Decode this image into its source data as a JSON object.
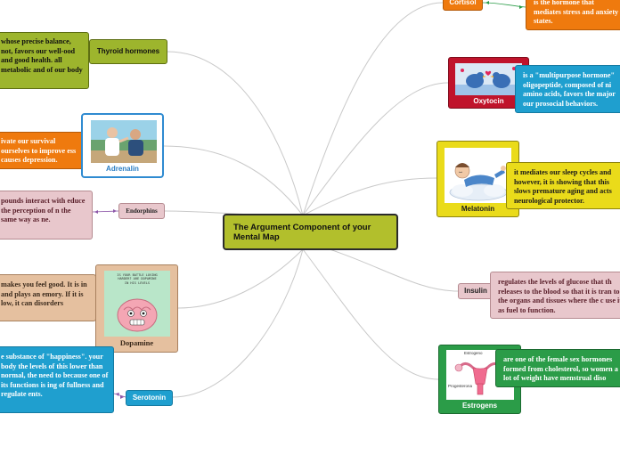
{
  "central": {
    "title": "The Argument Component of your Mental Map"
  },
  "topics": {
    "thyroid": {
      "label": "Thyroid hormones",
      "text": "whose precise balance, not, favors our well-ood and good health. all metabolic and of our body"
    },
    "adrenalin": {
      "label": "Adrenalin",
      "text": "ivate our survival ourselves to improve ess causes depression."
    },
    "endorphins": {
      "label": "Endorphins",
      "text": "pounds interact with educe the perception of n the same way as ne."
    },
    "dopamine": {
      "label": "Dopamine",
      "text": "makes you feel good. It is in and plays an emory. If it is low, it can disorders",
      "image_caption": "IS YOUR BATTLE LOVING HARDER? ARE DOPAMINE IN HIS LEVELS"
    },
    "serotonin": {
      "label": "Serotonin",
      "text": "e substance of \"happiness\". your body the levels of this lower than normal, the need to because one of its functions is ing of fullness and regulate ents."
    },
    "cortisol": {
      "label": "Cortisol",
      "text": "is the hormone that mediates stress and anxiety states."
    },
    "oxytocin": {
      "label": "Oxytocin",
      "text": "is a \"multipurpose hormone\" oligopeptide, composed of ni amino acids, favors the major our prosocial behaviors."
    },
    "melatonin": {
      "label": "Melatonin",
      "text": "it mediates our sleep cycles and however, it is showing that this slows premature aging and acts neurological protector."
    },
    "insulin": {
      "label": "Insulin",
      "text": "regulates the levels of glucose that th releases to the blood so that it is tran to the organs and tissues where the c use it as fuel to function."
    },
    "estrogens": {
      "label": "Estrogens",
      "text": "are one of the female sex hormones formed from cholesterol, so women a lot of weight have menstrual diso",
      "image_labels": {
        "top": "Estrogeno",
        "bottom": "Progesterona"
      }
    }
  },
  "colors": {
    "central": "#b2bf2c",
    "thyroid": "#9db52d",
    "adrenalin": "#2f8bd1",
    "orange": "#ef7a0e",
    "pink": "#e8c7cc",
    "dopamine": "#e5c09f",
    "serotonin": "#1f9fcf",
    "oxytocin": "#c0132b",
    "melatonin": "#eadb1a",
    "estrogens": "#2b9c48",
    "link": "#c8c8c8"
  },
  "icons": [
    "person-photo",
    "dopamine-cartoon",
    "oxytocin-bird-illustration",
    "sleeping-man-cartoon",
    "uterus-diagram",
    "double-arrow-icon"
  ]
}
